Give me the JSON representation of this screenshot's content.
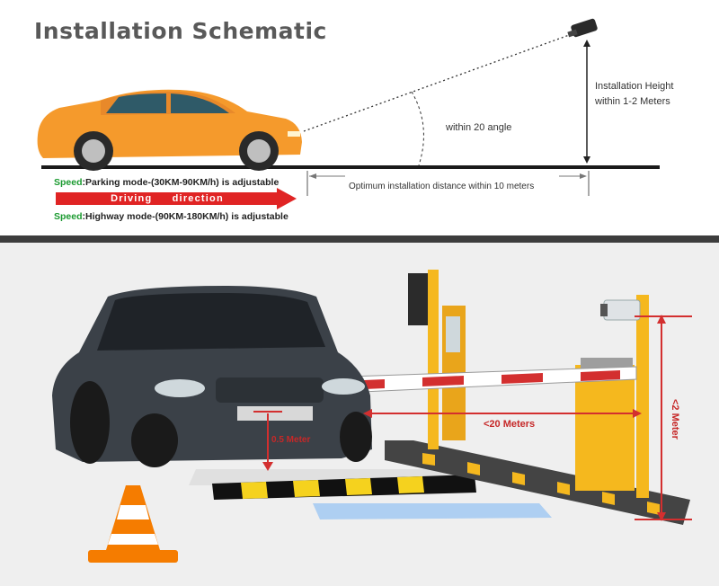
{
  "title": "Installation Schematic",
  "top": {
    "installation_height": [
      "Installation Height",
      "within 1-2 Meters"
    ],
    "angle_label": "within 20 angle",
    "distance_label": "Optimum installation distance within 10 meters",
    "speed_keyword": "Speed",
    "parking_mode": ":Parking mode-(30KM-90KM/h) is adjustable",
    "driving_direction": "Driving direction",
    "highway_mode": ":Highway mode-(90KM-180KM/h) is adjustable"
  },
  "bottom": {
    "height_label": "0.5 Meter",
    "width_label": "<20 Meters",
    "vertical_label": "<2 Meter"
  },
  "colors": {
    "car_top": "#f59a2c",
    "car_bottom": "#3b4148",
    "barrier_yellow": "#f5b81e",
    "arrow_red": "#d32f2f",
    "speed_green": "#1a9a2f"
  }
}
